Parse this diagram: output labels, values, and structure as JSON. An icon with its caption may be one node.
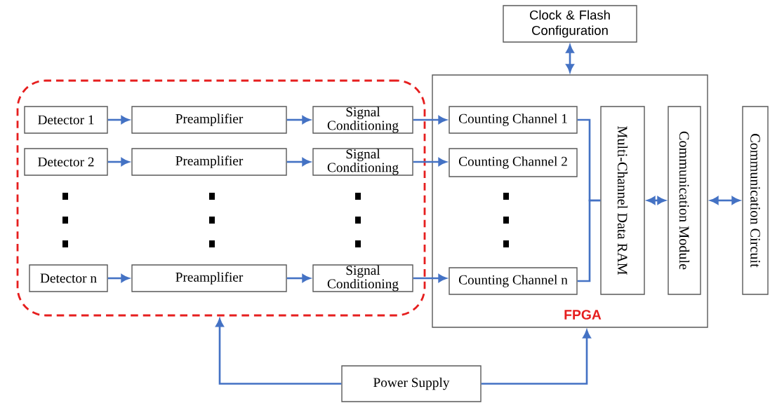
{
  "diagram": {
    "nodes": [
      {
        "text": [],
        "shape": "box"
      },
      {
        "text": [
          "Clock & Flash Configuration"
        ]
      },
      {
        "text": [
          "FPGA"
        ]
      },
      {
        "text": [
          "Detector 1"
        ],
        "in": 0
      },
      {
        "text": [
          "Preamplifier"
        ],
        "in": 0
      },
      {
        "text": [
          "Signal Conditioning"
        ],
        "in": 0
      },
      {
        "text": [
          "Counting Channel 1"
        ],
        "in": 2
      },
      {
        "text": [
          "Detector 2"
        ],
        "in": 0
      },
      {
        "text": [
          "Preamplifier"
        ],
        "in": 0
      },
      {
        "text": [
          "Signal Conditioning"
        ],
        "in": 0
      },
      {
        "text": [
          "Counting Channel 2"
        ],
        "in": 2
      },
      {
        "text": [
          "Detector n"
        ],
        "in": 0
      },
      {
        "text": [
          "Preamplifier"
        ],
        "in": 0
      },
      {
        "text": [
          "Signal Conditioning"
        ],
        "in": 0
      },
      {
        "text": [
          "Counting Channel n"
        ],
        "in": 2
      },
      {
        "text": [
          "Multi-Channel Data RAM"
        ],
        "in": 2
      },
      {
        "text": [
          "Communication Module"
        ],
        "in": 2
      },
      {
        "text": [
          "Communication Circuit"
        ]
      },
      {
        "text": [
          "Power Supply"
        ]
      }
    ],
    "edges": [
      {
        "from": 3,
        "to": 4,
        "arrow": "to"
      },
      {
        "from": 4,
        "to": 5,
        "arrow": "to"
      },
      {
        "from": 5,
        "to": 6,
        "arrow": "to"
      },
      {
        "from": 7,
        "to": 8,
        "arrow": "to"
      },
      {
        "from": 8,
        "to": 9,
        "arrow": "to"
      },
      {
        "from": 9,
        "to": 10,
        "arrow": "to"
      },
      {
        "from": 11,
        "to": 12,
        "arrow": "to"
      },
      {
        "from": 12,
        "to": 13,
        "arrow": "to"
      },
      {
        "from": 13,
        "to": 14,
        "arrow": "to"
      },
      {
        "from": 6,
        "to": 15,
        "arrow": "none"
      },
      {
        "from": 14,
        "to": 15,
        "arrow": "none"
      },
      {
        "from": 15,
        "to": 16,
        "arrow": "both"
      },
      {
        "from": 2,
        "to": 17,
        "arrow": "both"
      },
      {
        "from": 1,
        "to": 2,
        "arrow": "both"
      },
      {
        "from": 18,
        "to": 0,
        "arrow": "to"
      },
      {
        "from": 18,
        "to": 2,
        "arrow": "to"
      }
    ]
  }
}
